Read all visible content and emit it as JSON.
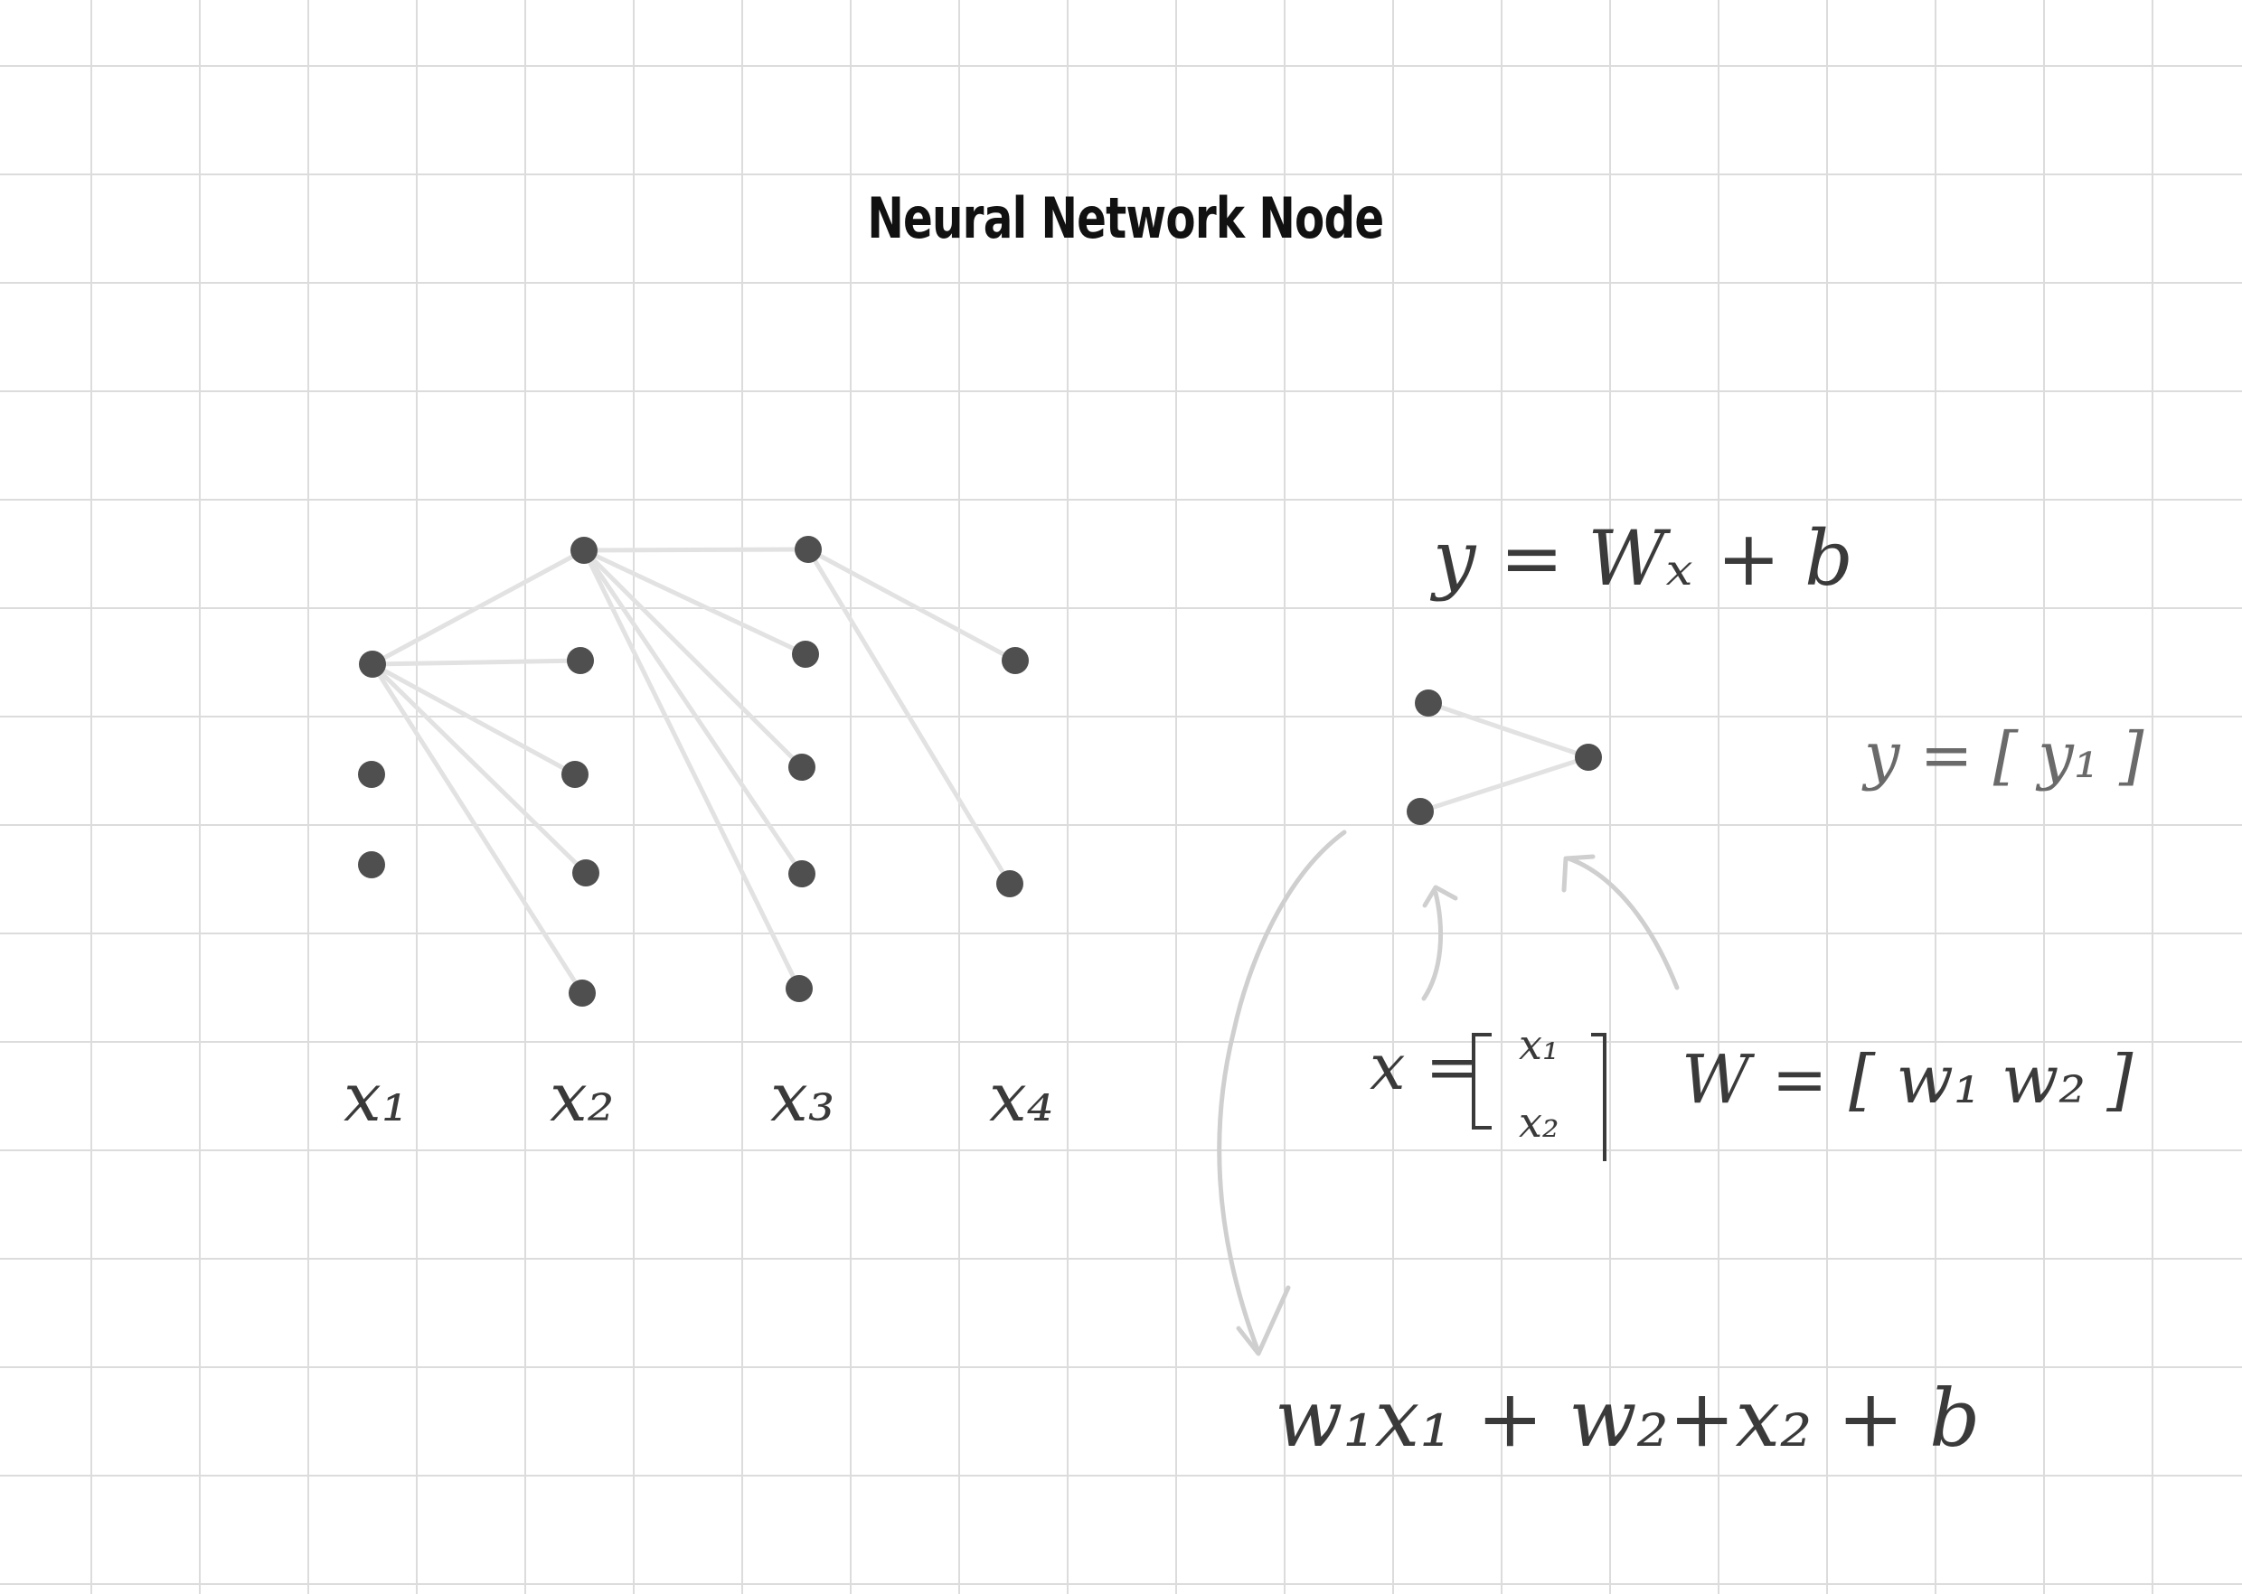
{
  "title": "Neural Network Node",
  "layers": {
    "x1": "x₁",
    "x2": "x₂",
    "x3": "x₃",
    "x4": "x₄"
  },
  "equations": {
    "linear": "y = Wₓ + b",
    "y_vector": "y = [ y₁ ]",
    "x_vector_label": "x =",
    "x_vector_entry1": "x₁",
    "x_vector_entry2": "x₂",
    "w_vector": "W = [ w₁  w₂ ]",
    "expanded": "w₁x₁  +  w₂+x₂  +  b"
  },
  "colors": {
    "node": "#4f4f4f",
    "edge": "#e2e2e2",
    "arrow": "#cfcfcf",
    "grid": "#dcdcdc"
  }
}
